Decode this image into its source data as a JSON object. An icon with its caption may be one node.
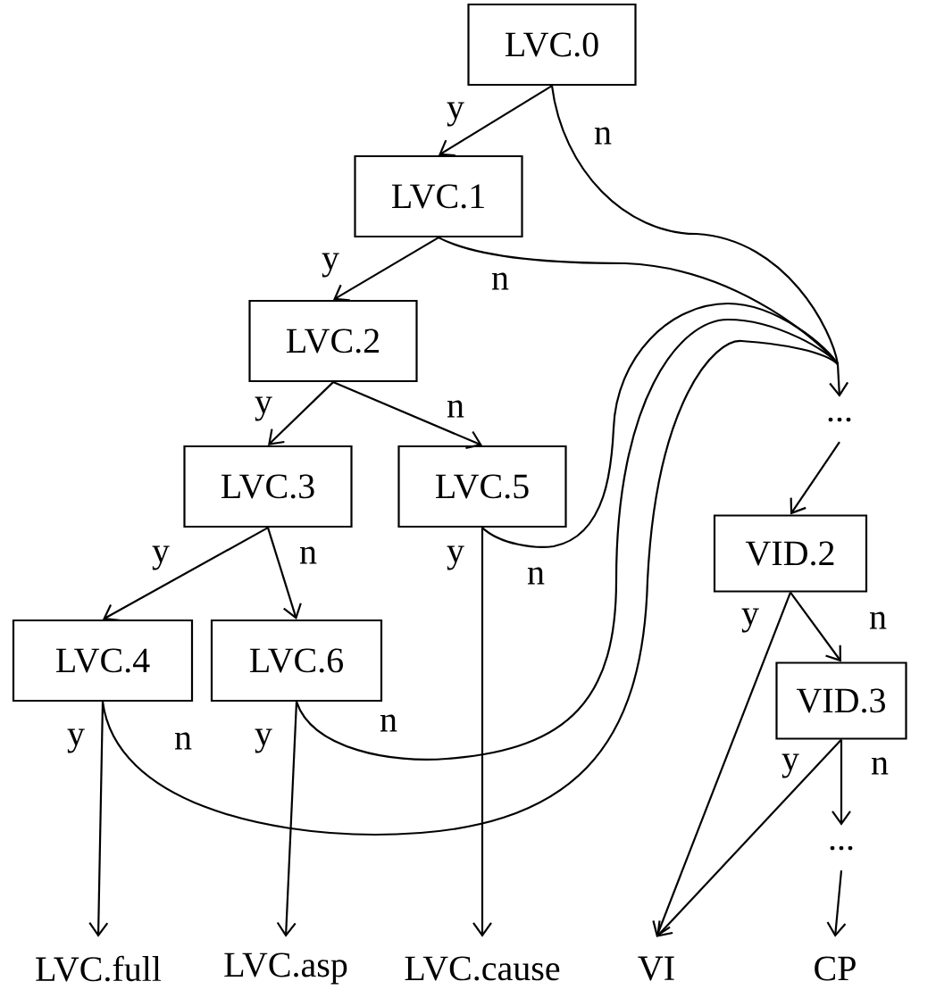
{
  "diagram": {
    "nodes": [
      {
        "text": [
          "LVC.0"
        ]
      },
      {
        "text": [
          "LVC.1"
        ]
      },
      {
        "text": [
          "LVC.2"
        ]
      },
      {
        "text": [
          "LVC.3"
        ]
      },
      {
        "text": [
          "LVC.5"
        ]
      },
      {
        "text": [
          "LVC.4"
        ]
      },
      {
        "text": [
          "LVC.6"
        ]
      },
      {
        "text": [
          "..."
        ]
      },
      {
        "text": [
          "VID.2"
        ]
      },
      {
        "text": [
          "VID.3"
        ]
      },
      {
        "text": [
          "..."
        ]
      },
      {
        "text": [
          "LVC.full"
        ]
      },
      {
        "text": [
          "LVC.asp"
        ]
      },
      {
        "text": [
          "LVC.cause"
        ]
      },
      {
        "text": [
          "VI"
        ]
      },
      {
        "text": [
          "CP"
        ]
      }
    ],
    "edges": [
      {
        "from": 0,
        "to": 1,
        "arrow": "to",
        "label": "y"
      },
      {
        "from": 0,
        "to": 7,
        "arrow": "to",
        "label": "n"
      },
      {
        "from": 1,
        "to": 2,
        "arrow": "to",
        "label": "y"
      },
      {
        "from": 1,
        "to": 7,
        "arrow": "to",
        "label": "n"
      },
      {
        "from": 2,
        "to": 3,
        "arrow": "to",
        "label": "y"
      },
      {
        "from": 2,
        "to": 4,
        "arrow": "to",
        "label": "n"
      },
      {
        "from": 3,
        "to": 5,
        "arrow": "to",
        "label": "y"
      },
      {
        "from": 3,
        "to": 6,
        "arrow": "to",
        "label": "n"
      },
      {
        "from": 4,
        "to": 13,
        "arrow": "to",
        "label": "y"
      },
      {
        "from": 4,
        "to": 7,
        "arrow": "to",
        "label": "n"
      },
      {
        "from": 5,
        "to": 11,
        "arrow": "to",
        "label": "y"
      },
      {
        "from": 5,
        "to": 7,
        "arrow": "to",
        "label": "n"
      },
      {
        "from": 6,
        "to": 12,
        "arrow": "to",
        "label": "y"
      },
      {
        "from": 6,
        "to": 7,
        "arrow": "to",
        "label": "n"
      },
      {
        "from": 7,
        "to": 8,
        "arrow": "to"
      },
      {
        "from": 8,
        "to": 14,
        "arrow": "to",
        "label": "y"
      },
      {
        "from": 8,
        "to": 9,
        "arrow": "to",
        "label": "n"
      },
      {
        "from": 9,
        "to": 14,
        "arrow": "to",
        "label": "y"
      },
      {
        "from": 9,
        "to": 10,
        "arrow": "to",
        "label": "n"
      },
      {
        "from": 10,
        "to": 15,
        "arrow": "to"
      }
    ]
  }
}
